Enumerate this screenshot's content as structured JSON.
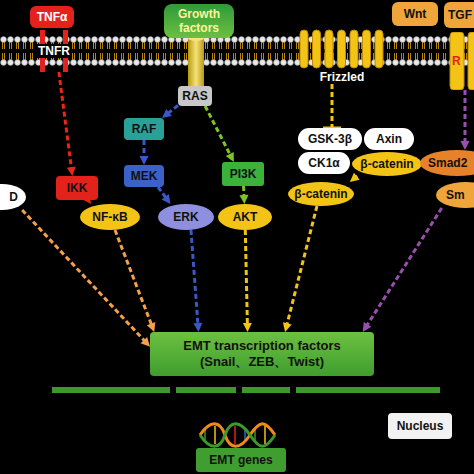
{
  "diagram": {
    "nodes": [
      {
        "text": [
          "TNFα"
        ]
      },
      {
        "text": [
          "TNFR"
        ]
      },
      {
        "text": [
          "Growth factors"
        ]
      },
      {
        "text": [
          "RAS"
        ]
      },
      {
        "text": [
          "Wnt"
        ]
      },
      {
        "text": [
          "Frizzled"
        ]
      },
      {
        "text": [
          "TGF"
        ]
      },
      {
        "text": [
          "R"
        ]
      },
      {
        "text": [
          "RAF"
        ]
      },
      {
        "text": [
          "GSK-3β"
        ]
      },
      {
        "text": [
          "Axin"
        ]
      },
      {
        "text": [
          "CK1α"
        ]
      },
      {
        "text": [
          "β-catenin"
        ]
      },
      {
        "text": [
          "Smad2"
        ]
      },
      {
        "text": [
          "PI3K"
        ]
      },
      {
        "text": [
          "MEK"
        ]
      },
      {
        "text": [
          "IKK"
        ]
      },
      {
        "text": [
          "β-catenin"
        ]
      },
      {
        "text": [
          "Sm"
        ]
      },
      {
        "text": [
          "D"
        ]
      },
      {
        "text": [
          "NF-κB"
        ]
      },
      {
        "text": [
          "ERK"
        ]
      },
      {
        "text": [
          "AKT"
        ]
      },
      {
        "text": [
          "EMT transcription factors (Snail、ZEB、Twist)"
        ]
      },
      {
        "text": [
          "Nucleus"
        ]
      },
      {
        "text": [
          "EMT genes"
        ]
      }
    ],
    "edges": [
      {
        "from": 1,
        "to": 16,
        "arrow": "to"
      },
      {
        "from": 16,
        "to": 20,
        "arrow": "to"
      },
      {
        "from": 20,
        "to": 23,
        "arrow": "to"
      },
      {
        "from": 19,
        "to": 23,
        "arrow": "to"
      },
      {
        "from": 3,
        "to": 8,
        "arrow": "to"
      },
      {
        "from": 8,
        "to": 15,
        "arrow": "to"
      },
      {
        "from": 15,
        "to": 21,
        "arrow": "to"
      },
      {
        "from": 21,
        "to": 23,
        "arrow": "to"
      },
      {
        "from": 3,
        "to": 14,
        "arrow": "to"
      },
      {
        "from": 14,
        "to": 22,
        "arrow": "to"
      },
      {
        "from": 22,
        "to": 23,
        "arrow": "to"
      },
      {
        "from": 5,
        "to": 9,
        "arrow": "to"
      },
      {
        "from": 12,
        "to": 17,
        "arrow": "to"
      },
      {
        "from": 17,
        "to": 23,
        "arrow": "to"
      },
      {
        "from": 7,
        "to": 13,
        "arrow": "to"
      },
      {
        "from": 18,
        "to": 23,
        "arrow": "to"
      }
    ]
  }
}
